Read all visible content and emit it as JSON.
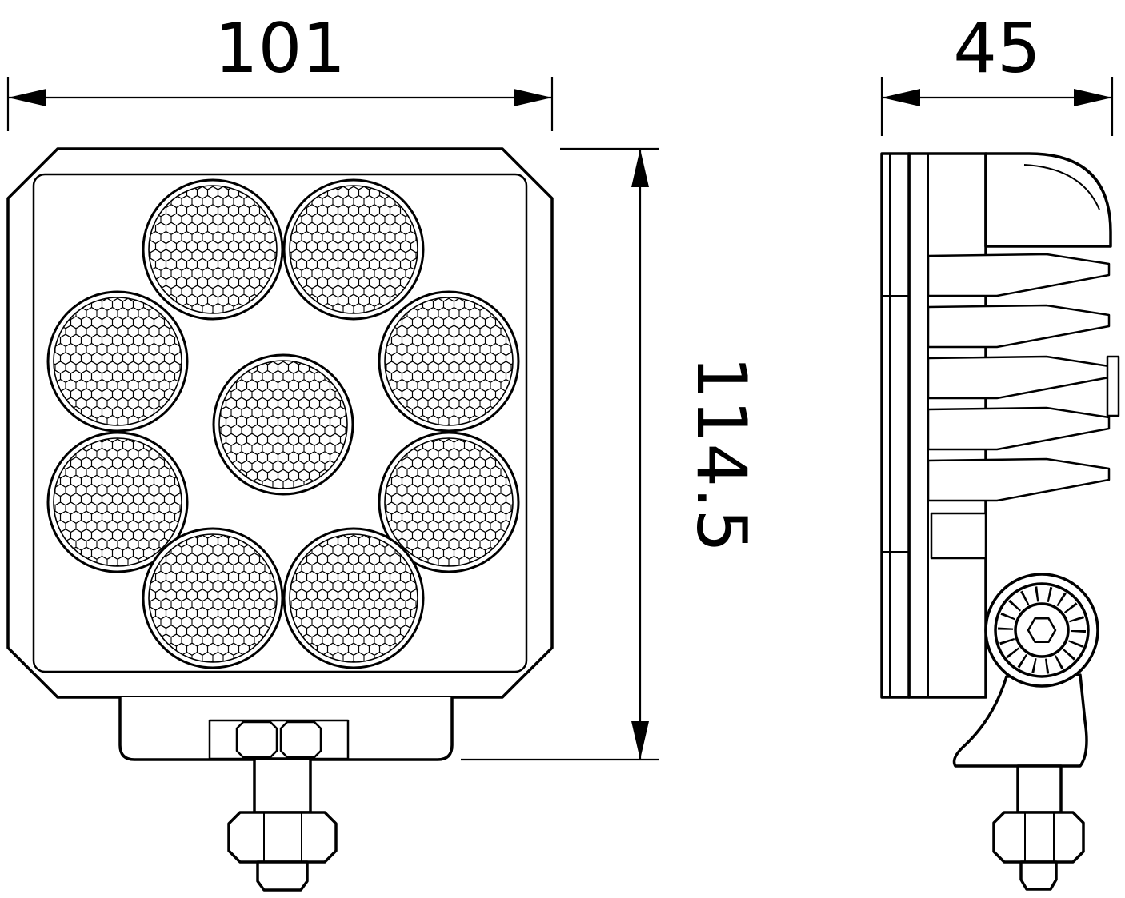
{
  "colors": {
    "line": "#000000",
    "background": "#ffffff"
  },
  "dimensions": {
    "front_width": "101",
    "front_height": "114.5",
    "side_depth": "45"
  }
}
